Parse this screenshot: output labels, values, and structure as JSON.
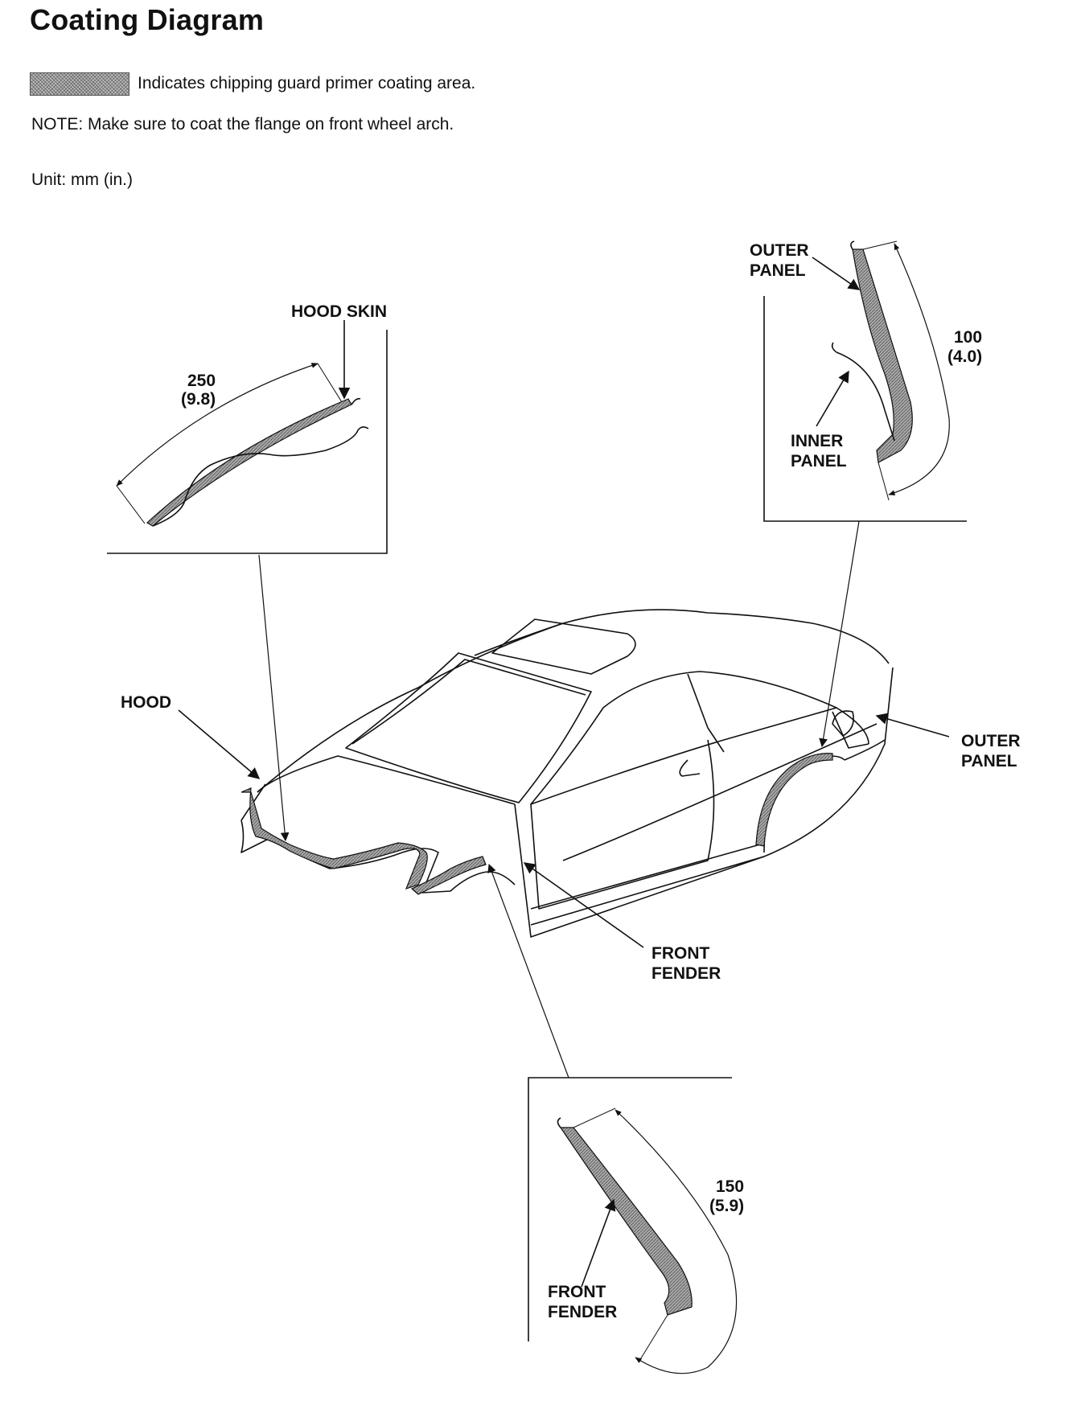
{
  "page": {
    "title": "Coating Diagram"
  },
  "legend": {
    "text": "Indicates chipping guard primer coating area."
  },
  "note": "NOTE:  Make sure to coat the flange on front wheel arch.",
  "unit": "Unit: mm (in.)",
  "labels": {
    "hood_skin": "HOOD SKIN",
    "hood": "HOOD",
    "outer_panel_top": [
      "OUTER",
      "PANEL"
    ],
    "inner_panel": [
      "INNER",
      "PANEL"
    ],
    "outer_panel_side": [
      "OUTER",
      "PANEL"
    ],
    "front_fender_main": [
      "FRONT",
      "FENDER"
    ],
    "front_fender_detail": [
      "FRONT",
      "FENDER"
    ]
  },
  "dimensions": {
    "hood": [
      "250",
      "(9.8)"
    ],
    "rear": [
      "100",
      "(4.0)"
    ],
    "fender": [
      "150",
      "(5.9)"
    ]
  },
  "colors": {
    "coating": "#9a9a9a",
    "line": "#111111"
  }
}
